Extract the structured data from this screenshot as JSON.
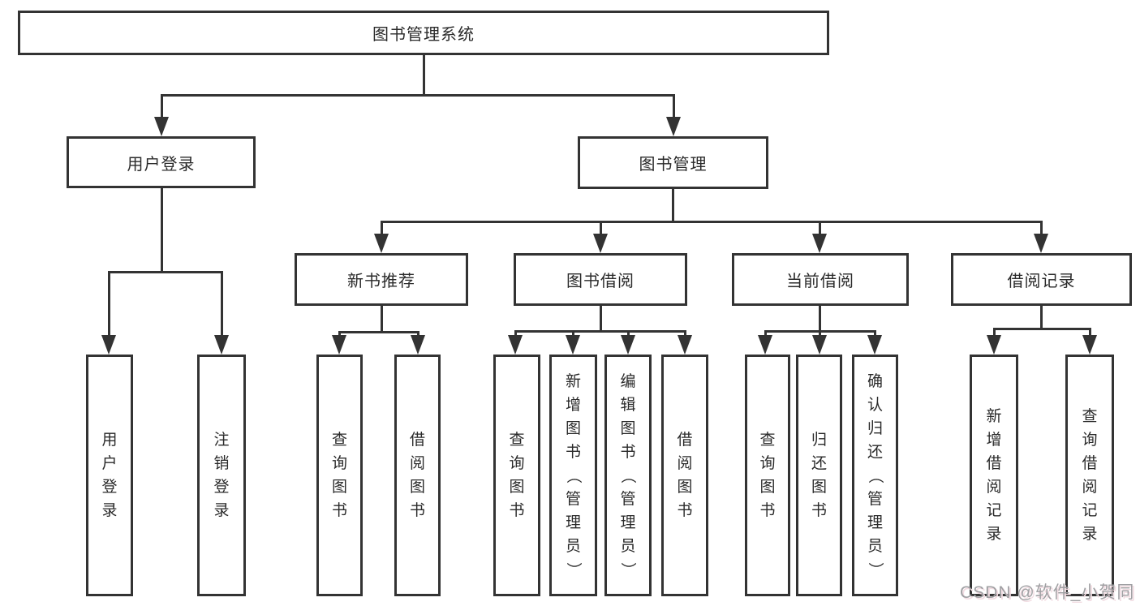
{
  "title": "图书管理系统",
  "branches": {
    "user_login": {
      "label": "用户登录",
      "children": [
        "用户登录",
        "注销登录"
      ]
    },
    "book_mgmt": {
      "label": "图书管理"
    }
  },
  "modules": [
    {
      "label": "新书推荐",
      "children": [
        "查询图书",
        "借阅图书"
      ]
    },
    {
      "label": "图书借阅",
      "children": [
        "查询图书",
        "新增图书（管理员）",
        "编辑图书（管理员）",
        "借阅图书"
      ]
    },
    {
      "label": "当前借阅",
      "children": [
        "查询图书",
        "归还图书",
        "确认归还（管理员）"
      ]
    },
    {
      "label": "借阅记录",
      "children": [
        "新增借阅记录",
        "查询借阅记录"
      ]
    }
  ],
  "watermark": "CSDN @软件_小贺同学",
  "colors": {
    "line": "#333333",
    "text": "#2a2a2a",
    "box_background": "#ffffff",
    "watermark": "#a0a0a3"
  }
}
